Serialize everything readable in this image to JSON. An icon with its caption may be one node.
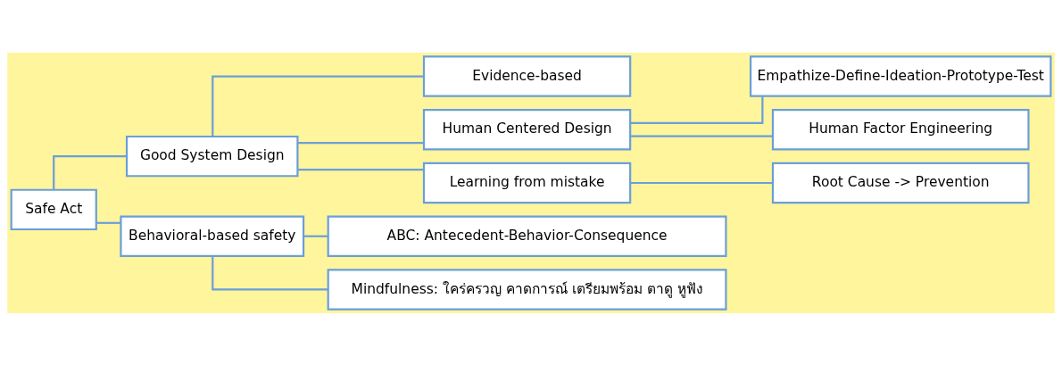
{
  "diagram": {
    "nodes": [
      {
        "text": [
          "Safe Act"
        ]
      },
      {
        "text": [
          "Good System Design"
        ]
      },
      {
        "text": [
          "Behavioral-based safety"
        ]
      },
      {
        "text": [
          "Evidence-based"
        ]
      },
      {
        "text": [
          "Human Centered Design"
        ]
      },
      {
        "text": [
          "Learning from mistake"
        ]
      },
      {
        "text": [
          "Empathize-Define-Ideation-Prototype-Test"
        ]
      },
      {
        "text": [
          "Human Factor Engineering"
        ]
      },
      {
        "text": [
          "Root Cause -> Prevention"
        ]
      },
      {
        "text": [
          "ABC: Antecedent-Behavior-Consequence"
        ]
      },
      {
        "text": [
          "Mindfulness: ใคร่ครวญ คาดการณ์ เตรียมพร้อม ตาดู หูฟัง"
        ]
      }
    ],
    "edges": [
      {
        "from": 0,
        "to": 1,
        "arrow": "none"
      },
      {
        "from": 0,
        "to": 2,
        "arrow": "none"
      },
      {
        "from": 1,
        "to": 3,
        "arrow": "none"
      },
      {
        "from": 1,
        "to": 4,
        "arrow": "none"
      },
      {
        "from": 1,
        "to": 5,
        "arrow": "none"
      },
      {
        "from": 4,
        "to": 6,
        "arrow": "none"
      },
      {
        "from": 4,
        "to": 7,
        "arrow": "none"
      },
      {
        "from": 5,
        "to": 8,
        "arrow": "none"
      },
      {
        "from": 2,
        "to": 9,
        "arrow": "none"
      },
      {
        "from": 2,
        "to": 10,
        "arrow": "none"
      }
    ]
  }
}
